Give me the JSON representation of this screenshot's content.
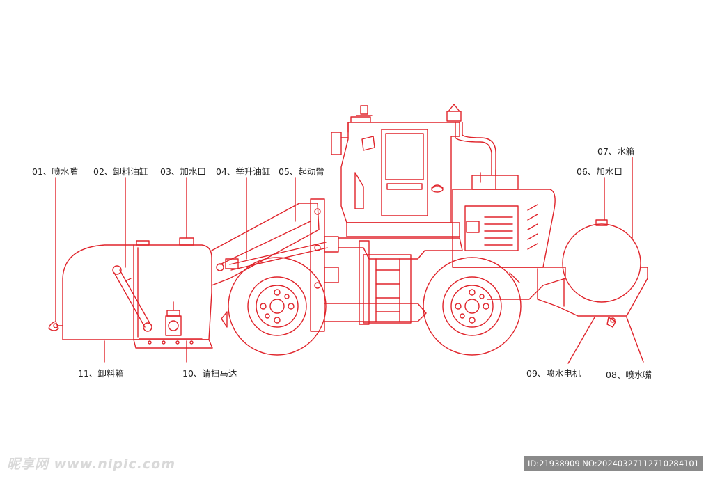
{
  "colors": {
    "line": "#e0242b",
    "label_text": "#222222",
    "leader": "#e0242b"
  },
  "labels": {
    "l01": "01、喷水嘴",
    "l02": "02、卸料油缸",
    "l03": "03、加水口",
    "l04": "04、举升油缸",
    "l05": "05、起动臂",
    "l06": "06、加水口",
    "l07": "07、水箱",
    "l08": "08、喷水嘴",
    "l09": "09、喷水电机",
    "l10": "10、请扫马达",
    "l11": "11、卸料箱"
  },
  "watermark": {
    "site": "昵享网 www.nipic.com",
    "id": "ID:21938909 NO:20240327112710284101"
  }
}
